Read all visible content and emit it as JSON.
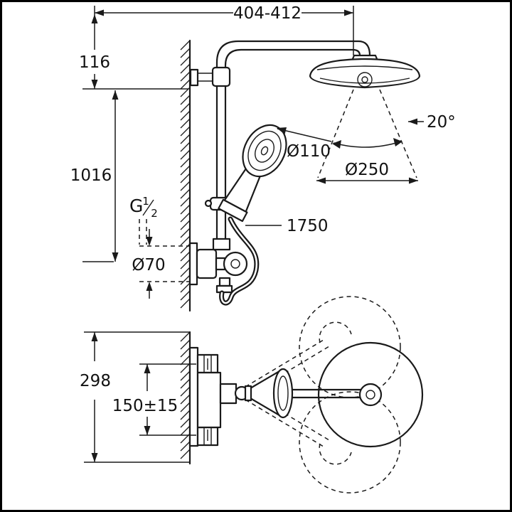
{
  "diagram": {
    "title": "Shower system technical dimension drawing",
    "background": "#ffffff",
    "line_color": "#1a1a1a",
    "dimensions": {
      "head_offset_range": "404-412",
      "top_clearance": "116",
      "riser_height": "1016",
      "spray_angle": "20°",
      "hand_shower_diameter": "Ø110",
      "head_shower_diameter": "Ø250",
      "hose_length": "1750",
      "thread_letter": "G",
      "thread_numerator": "1",
      "thread_denominator": "2",
      "escutcheon_diameter": "Ø70",
      "valve_depth": "298",
      "supply_center_distance": "150±15"
    }
  }
}
